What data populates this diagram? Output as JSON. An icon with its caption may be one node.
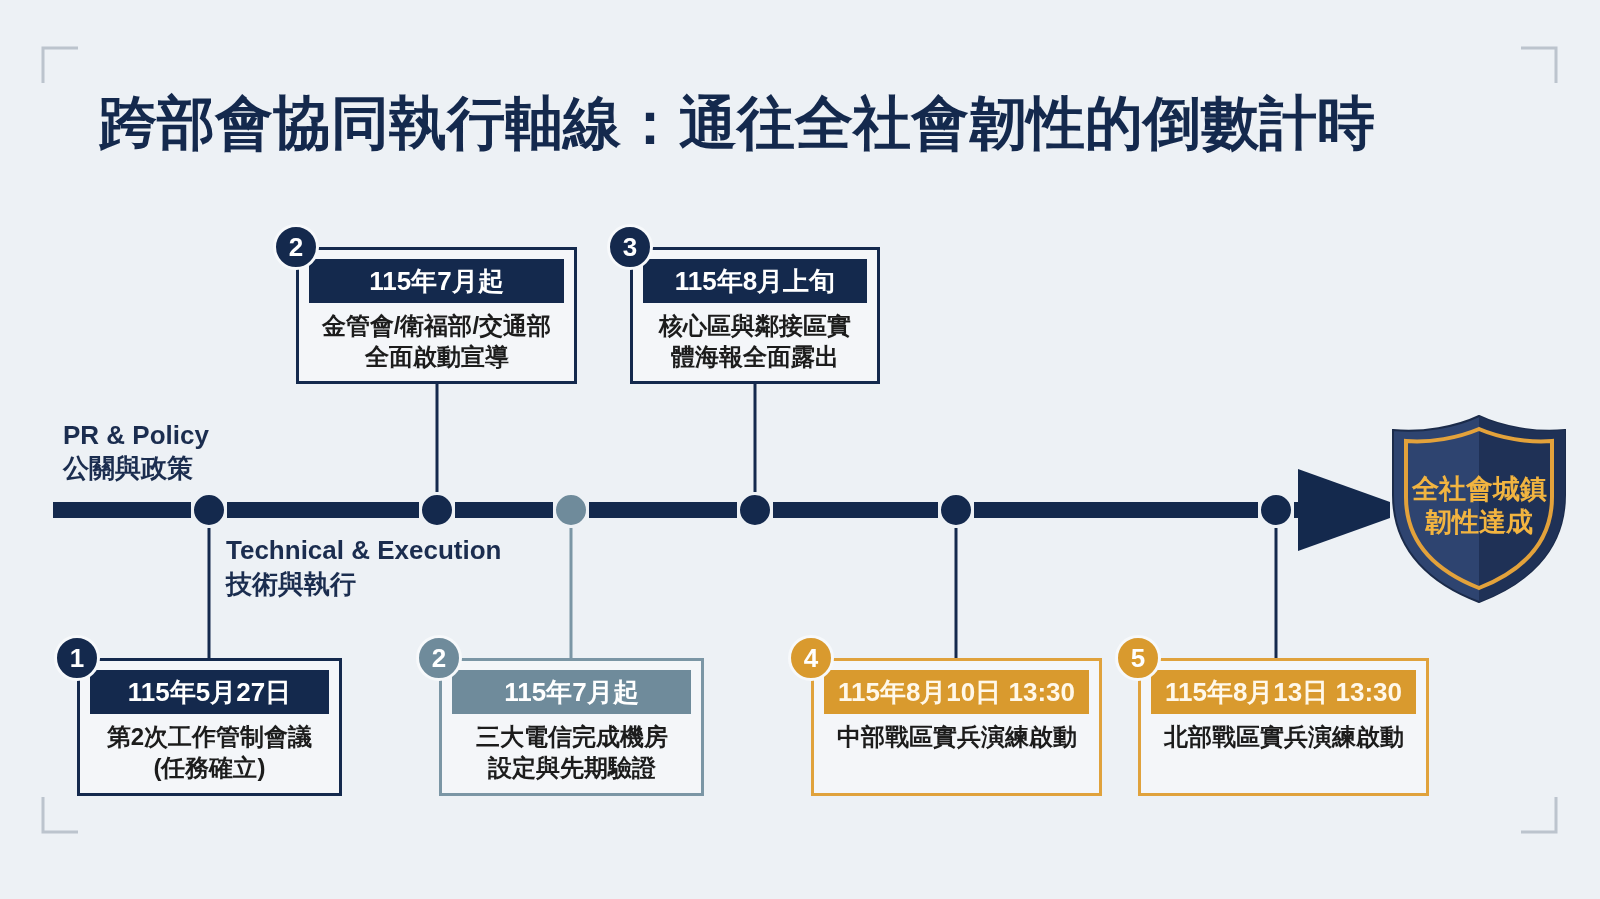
{
  "diagram": {
    "title": "跨部會協同執行軸線：通往全社會韌性的倒數計時",
    "nodes": [
      {
        "text": [
          "2",
          "115年7月起",
          "金管會/衛福部/交通部全面啟動宣導"
        ]
      },
      {
        "text": [
          "3",
          "115年8月上旬",
          "核心區與鄰接區實體海報全面露出"
        ]
      },
      {
        "text": [],
        "shape": "circle"
      },
      {
        "text": [],
        "shape": "circle"
      },
      {
        "text": [],
        "shape": "circle"
      },
      {
        "text": [],
        "shape": "circle"
      },
      {
        "text": [],
        "shape": "circle"
      },
      {
        "text": [],
        "shape": "circle"
      },
      {
        "text": [
          "全社會城鎮韌性達成"
        ]
      },
      {
        "text": [
          "1",
          "115年5月27日",
          "第2次工作管制會議(任務確立)"
        ]
      },
      {
        "text": [
          "2",
          "115年7月起",
          "三大電信完成機房設定與先期驗證"
        ]
      },
      {
        "text": [
          "4",
          "115年8月10日 13:30",
          "中部戰區實兵演練啟動"
        ]
      },
      {
        "text": [
          "5",
          "115年8月13日 13:30",
          "北部戰區實兵演練啟動"
        ]
      }
    ],
    "edges": [
      {
        "from": null,
        "to": 2,
        "arrow": "none"
      },
      {
        "from": 2,
        "to": 3,
        "arrow": "none"
      },
      {
        "from": 3,
        "to": 4,
        "arrow": "none"
      },
      {
        "from": 4,
        "to": 5,
        "arrow": "none"
      },
      {
        "from": 5,
        "to": 6,
        "arrow": "none"
      },
      {
        "from": 6,
        "to": 7,
        "arrow": "none"
      },
      {
        "from": 7,
        "to": 8,
        "arrow": "to"
      },
      {
        "from": 0,
        "to": 3,
        "arrow": "none"
      },
      {
        "from": 1,
        "to": 5,
        "arrow": "none"
      },
      {
        "from": 2,
        "to": 9,
        "arrow": "none"
      },
      {
        "from": 4,
        "to": 10,
        "arrow": "none",
        "color": "#7b96a5"
      },
      {
        "from": 6,
        "to": 11,
        "arrow": "none"
      },
      {
        "from": 7,
        "to": 12,
        "arrow": "none"
      }
    ],
    "labels": [
      "PR & Policy",
      "公關與政策",
      "Technical & Execution",
      "技術與執行"
    ]
  }
}
